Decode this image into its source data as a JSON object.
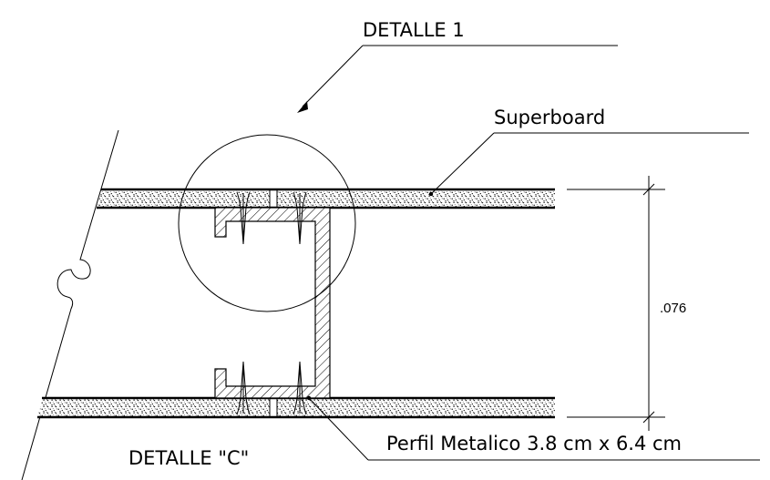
{
  "labels": {
    "detail_1": "DETALLE 1",
    "superboard": "Superboard",
    "dimension": ".076",
    "profile": "Perfil Metalico 3.8 cm x 6.4 cm",
    "detail_c": "DETALLE \"C\""
  },
  "colors": {
    "line": "#000000",
    "background": "#ffffff"
  }
}
